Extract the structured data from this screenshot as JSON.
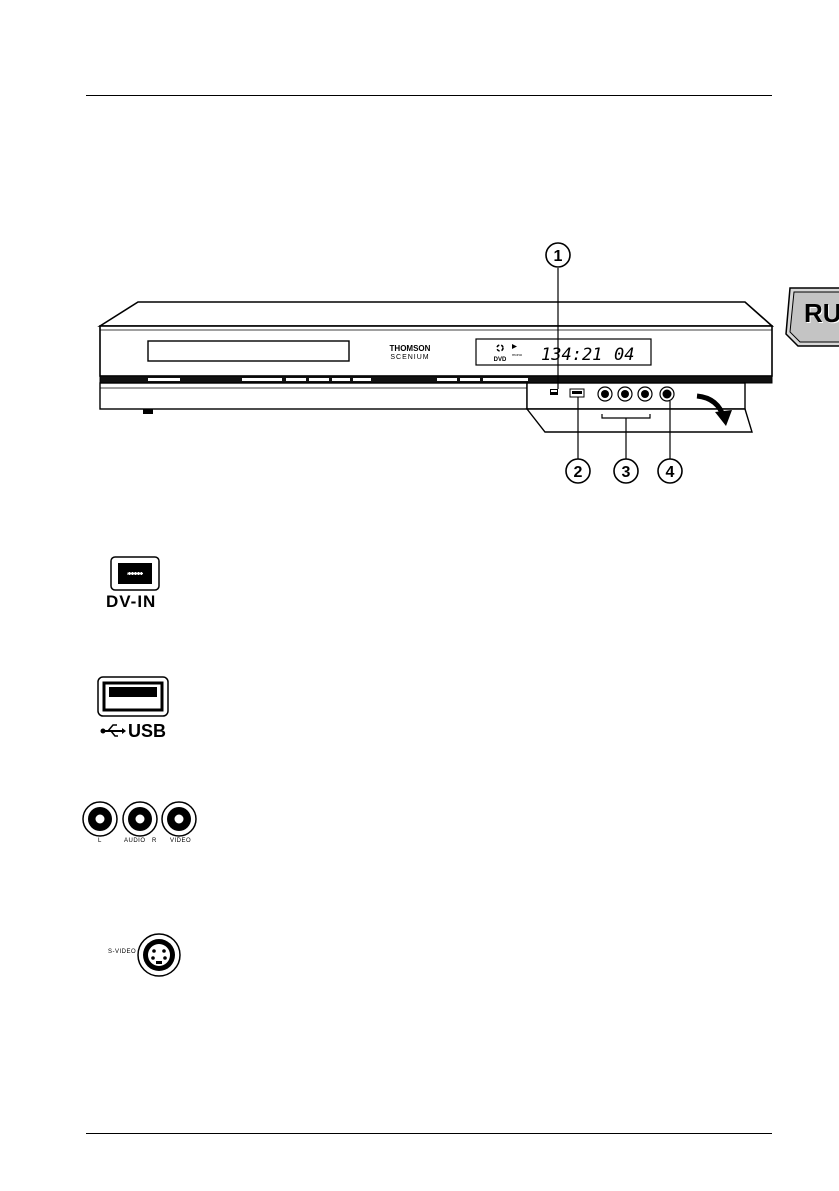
{
  "language_tab": "RU",
  "device": {
    "brand_line1": "THOMSON",
    "brand_line2": "SCENIUM",
    "display_disc": "DVD",
    "display_mode": "mono",
    "display_time": "134:21",
    "display_track": "04"
  },
  "callouts": [
    "1",
    "2",
    "3",
    "4"
  ],
  "dv_in": {
    "label": "DV-IN"
  },
  "usb": {
    "label": "USB"
  },
  "av_jacks": {
    "left": "L",
    "audio": "AUDIO",
    "right": "R",
    "video": "VIDEO"
  },
  "svideo": {
    "label": "S-VIDEO"
  }
}
